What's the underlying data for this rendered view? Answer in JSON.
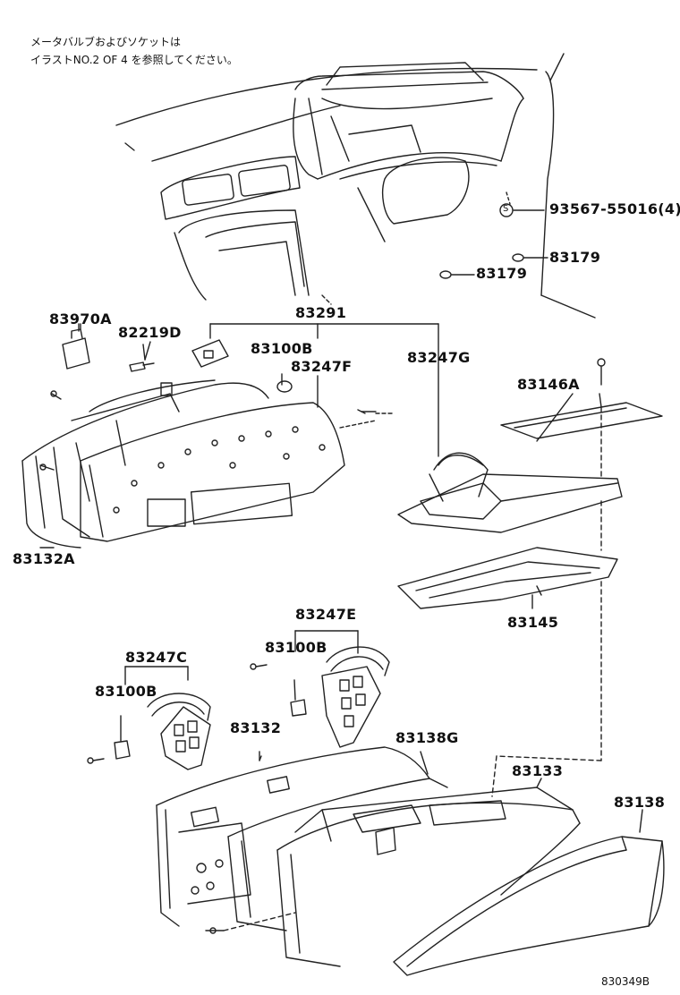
{
  "note": {
    "line1": "メータバルブおよびソケットは",
    "line2": "イラストNO.2 OF 4 を参照してください。"
  },
  "screw_symbol": "S",
  "labels": {
    "p93567": "93567-55016(4)",
    "p83179a": "83179",
    "p83179b": "83179",
    "p83291": "83291",
    "p83970A": "83970A",
    "p82219D": "82219D",
    "p83100B_top": "83100B",
    "p83247F": "83247F",
    "p83247G": "83247G",
    "p83146A": "83146A",
    "p83132A": "83132A",
    "p83145": "83145",
    "p83247E": "83247E",
    "p83247C": "83247C",
    "p83100B_mid": "83100B",
    "p83100B_left": "83100B",
    "p83132": "83132",
    "p83138G": "83138G",
    "p83133": "83133",
    "p83138": "83138"
  },
  "diagram_code": "830349B"
}
